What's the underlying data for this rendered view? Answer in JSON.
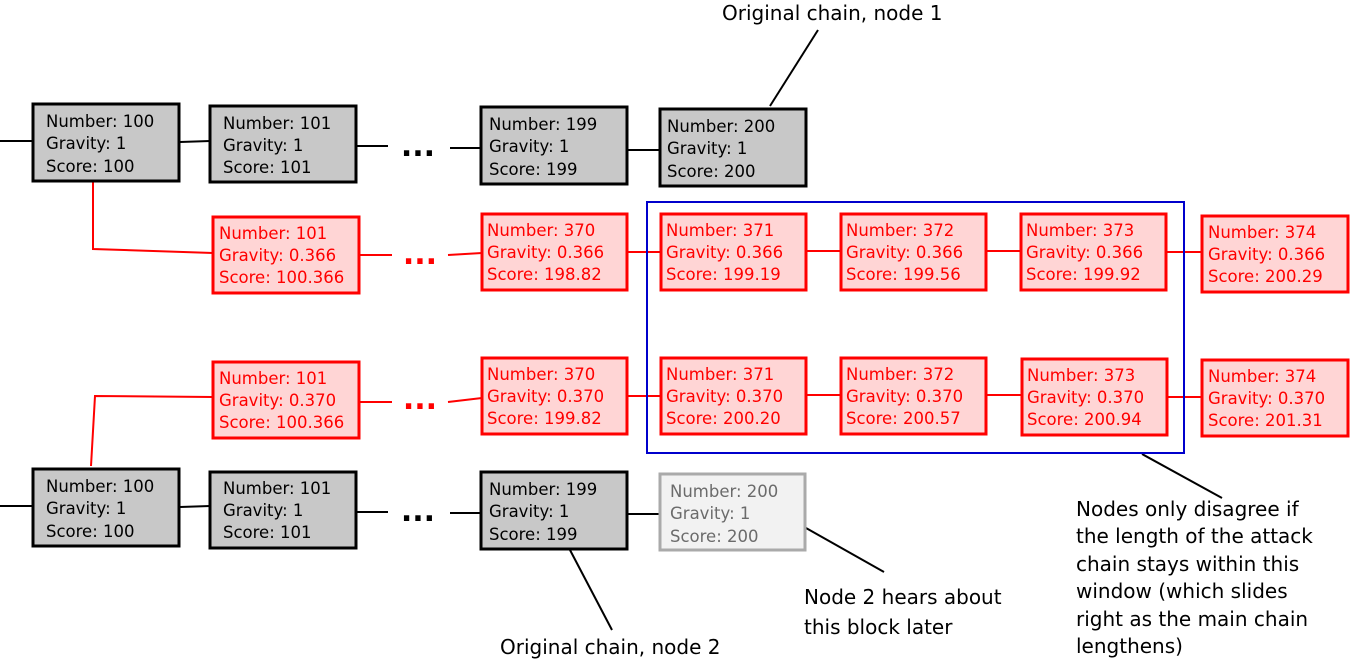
{
  "colors": {
    "main_fill": "#c8c8c8",
    "main_stroke": "#000000",
    "attack_fill": "#ffd5d5",
    "attack_stroke": "#ff0000",
    "ghost_fill": "#f2f2f2",
    "ghost_stroke": "#aaaaaa",
    "window_stroke": "#0000cc"
  },
  "ellipsis": "...",
  "chain1": [
    {
      "number": "Number: 100",
      "gravity": "Gravity: 1",
      "score": "Score: 100"
    },
    {
      "number": "Number: 101",
      "gravity": "Gravity: 1",
      "score": "Score: 101"
    },
    {
      "number": "Number: 199",
      "gravity": "Gravity: 1",
      "score": "Score: 199"
    },
    {
      "number": "Number: 200",
      "gravity": "Gravity: 1",
      "score": "Score: 200"
    }
  ],
  "attack1": [
    {
      "number": "Number: 101",
      "gravity": "Gravity: 0.366",
      "score": "Score: 100.366"
    },
    {
      "number": "Number: 370",
      "gravity": "Gravity: 0.366",
      "score": "Score: 198.82"
    },
    {
      "number": "Number: 371",
      "gravity": "Gravity: 0.366",
      "score": "Score: 199.19"
    },
    {
      "number": "Number: 372",
      "gravity": "Gravity: 0.366",
      "score": "Score: 199.56"
    },
    {
      "number": "Number: 373",
      "gravity": "Gravity: 0.366",
      "score": "Score: 199.92"
    },
    {
      "number": "Number: 374",
      "gravity": "Gravity: 0.366",
      "score": "Score: 200.29"
    }
  ],
  "attack2": [
    {
      "number": "Number: 101",
      "gravity": "Gravity: 0.370",
      "score": "Score: 100.366"
    },
    {
      "number": "Number: 370",
      "gravity": "Gravity: 0.370",
      "score": "Score: 199.82"
    },
    {
      "number": "Number: 371",
      "gravity": "Gravity: 0.370",
      "score": "Score: 200.20"
    },
    {
      "number": "Number: 372",
      "gravity": "Gravity: 0.370",
      "score": "Score: 200.57"
    },
    {
      "number": "Number: 373",
      "gravity": "Gravity: 0.370",
      "score": "Score: 200.94"
    },
    {
      "number": "Number: 374",
      "gravity": "Gravity: 0.370",
      "score": "Score: 201.31"
    }
  ],
  "chain2": [
    {
      "number": "Number: 100",
      "gravity": "Gravity: 1",
      "score": "Score: 100"
    },
    {
      "number": "Number: 101",
      "gravity": "Gravity: 1",
      "score": "Score: 101"
    },
    {
      "number": "Number: 199",
      "gravity": "Gravity: 1",
      "score": "Score: 199"
    }
  ],
  "ghost_block": {
    "number": "Number: 200",
    "gravity": "Gravity: 1",
    "score": "Score: 200"
  },
  "labels": {
    "original_node1": "Original chain, node 1",
    "original_node2": "Original chain, node 2",
    "hears_later": [
      "Node 2 hears about",
      "this block later"
    ],
    "window_note": [
      "Nodes only disagree if",
      "the length of the attack",
      "chain stays within this",
      "window (which slides",
      "right as the main chain",
      "lengthens)"
    ]
  }
}
